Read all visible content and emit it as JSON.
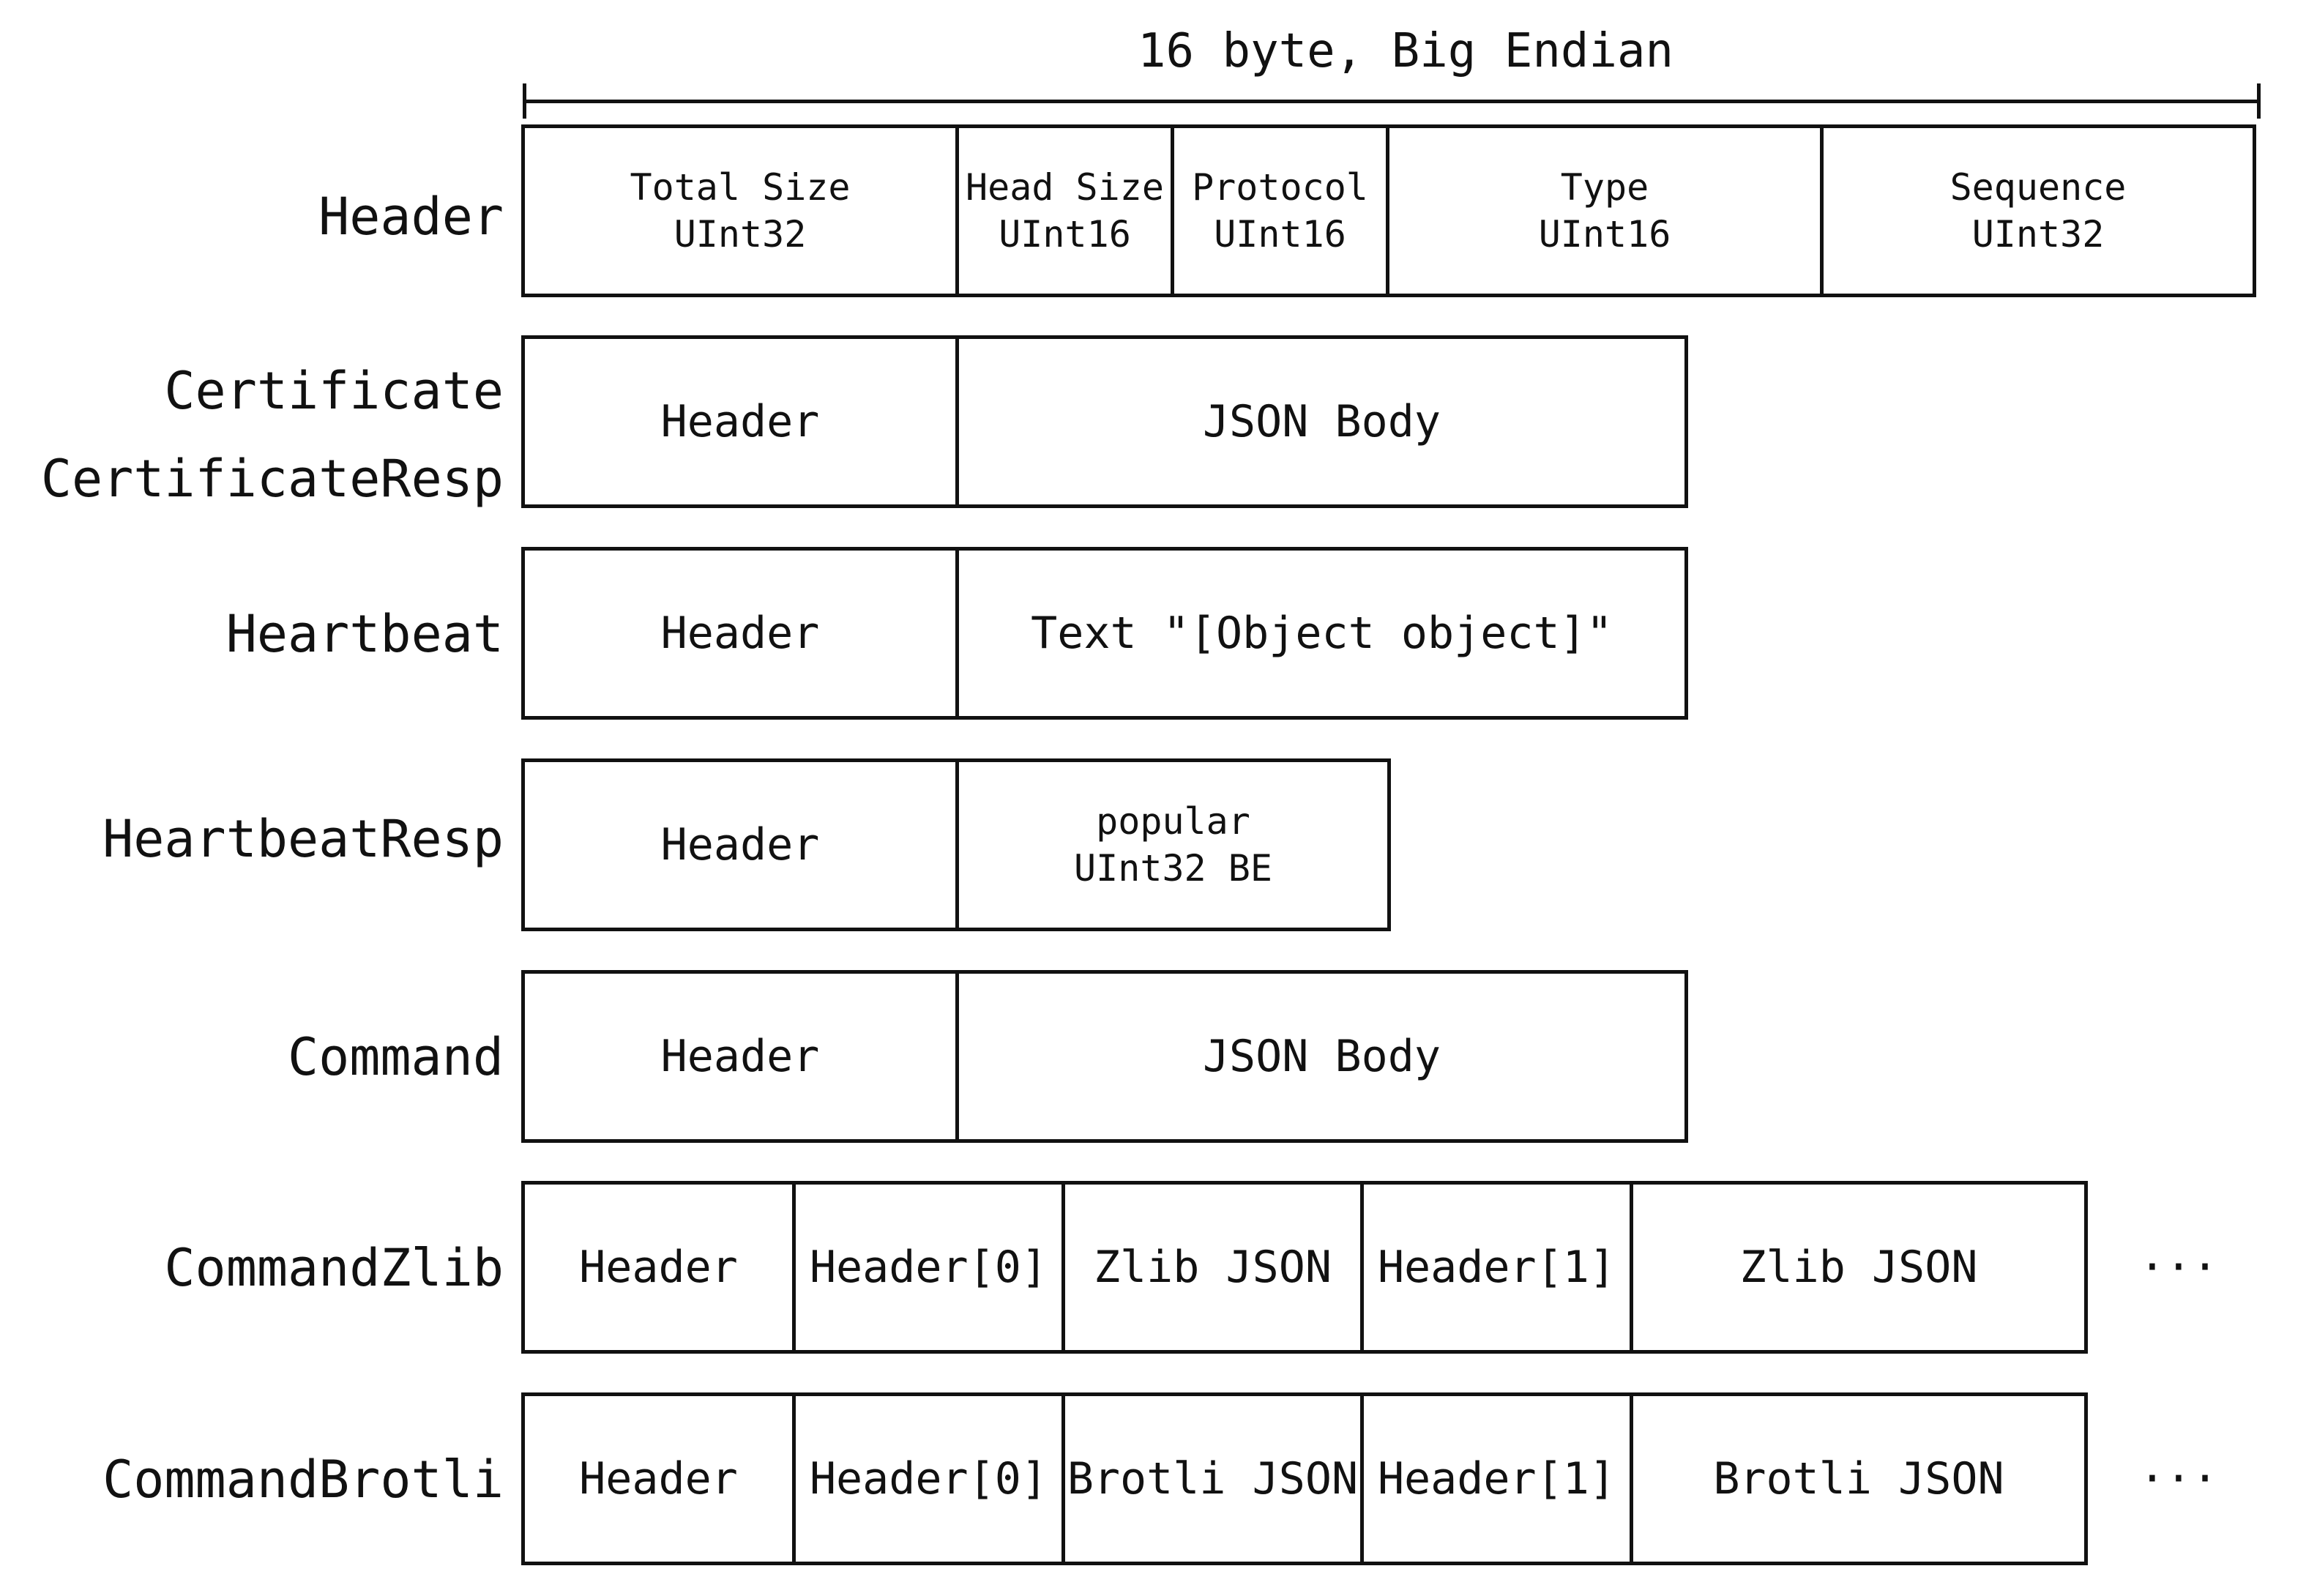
{
  "ruler": {
    "label": "16 byte, Big Endian"
  },
  "rows": {
    "header": {
      "label": "Header",
      "cells": [
        {
          "name": "Total Size",
          "type": "UInt32"
        },
        {
          "name": "Head Size",
          "type": "UInt16"
        },
        {
          "name": "Protocol",
          "type": "UInt16"
        },
        {
          "name": "Type",
          "type": "UInt16"
        },
        {
          "name": "Sequence",
          "type": "UInt32"
        }
      ]
    },
    "certificate": {
      "labels": [
        "Certificate",
        "CertificateResp"
      ],
      "cells": [
        "Header",
        "JSON Body"
      ]
    },
    "heartbeat": {
      "label": "Heartbeat",
      "cells": [
        "Header",
        "Text \"[Object object]\""
      ]
    },
    "heartbeat_resp": {
      "label": "HeartbeatResp",
      "cells": [
        {
          "text": "Header"
        },
        {
          "name": "popular",
          "type": "UInt32 BE"
        }
      ]
    },
    "command": {
      "label": "Command",
      "cells": [
        "Header",
        "JSON Body"
      ]
    },
    "command_zlib": {
      "label": "CommandZlib",
      "cells": [
        "Header",
        "Header[0]",
        "Zlib JSON",
        "Header[1]",
        "Zlib JSON"
      ],
      "continuation": "···"
    },
    "command_brotli": {
      "label": "CommandBrotli",
      "cells": [
        "Header",
        "Header[0]",
        "Brotli JSON",
        "Header[1]",
        "Brotli JSON"
      ],
      "continuation": "···"
    }
  }
}
